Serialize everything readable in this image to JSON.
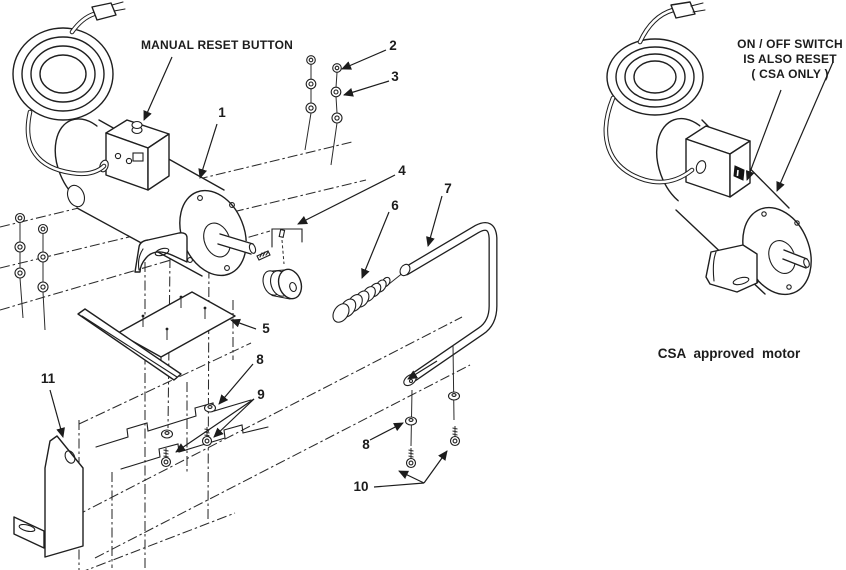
{
  "page": {
    "background": "#ffffff",
    "ink_color": "#1f1f1f"
  },
  "left_view": {
    "reset_label": "MANUAL RESET BUTTON",
    "part_labels": [
      "1",
      "2",
      "3",
      "4",
      "5",
      "6",
      "7",
      "8",
      "9",
      "11",
      "8",
      "10"
    ]
  },
  "right_view": {
    "note_lines": [
      "ON / OFF SWITCH",
      "IS ALSO RESET",
      "( CSA ONLY )"
    ],
    "caption": "CSA approved motor"
  }
}
